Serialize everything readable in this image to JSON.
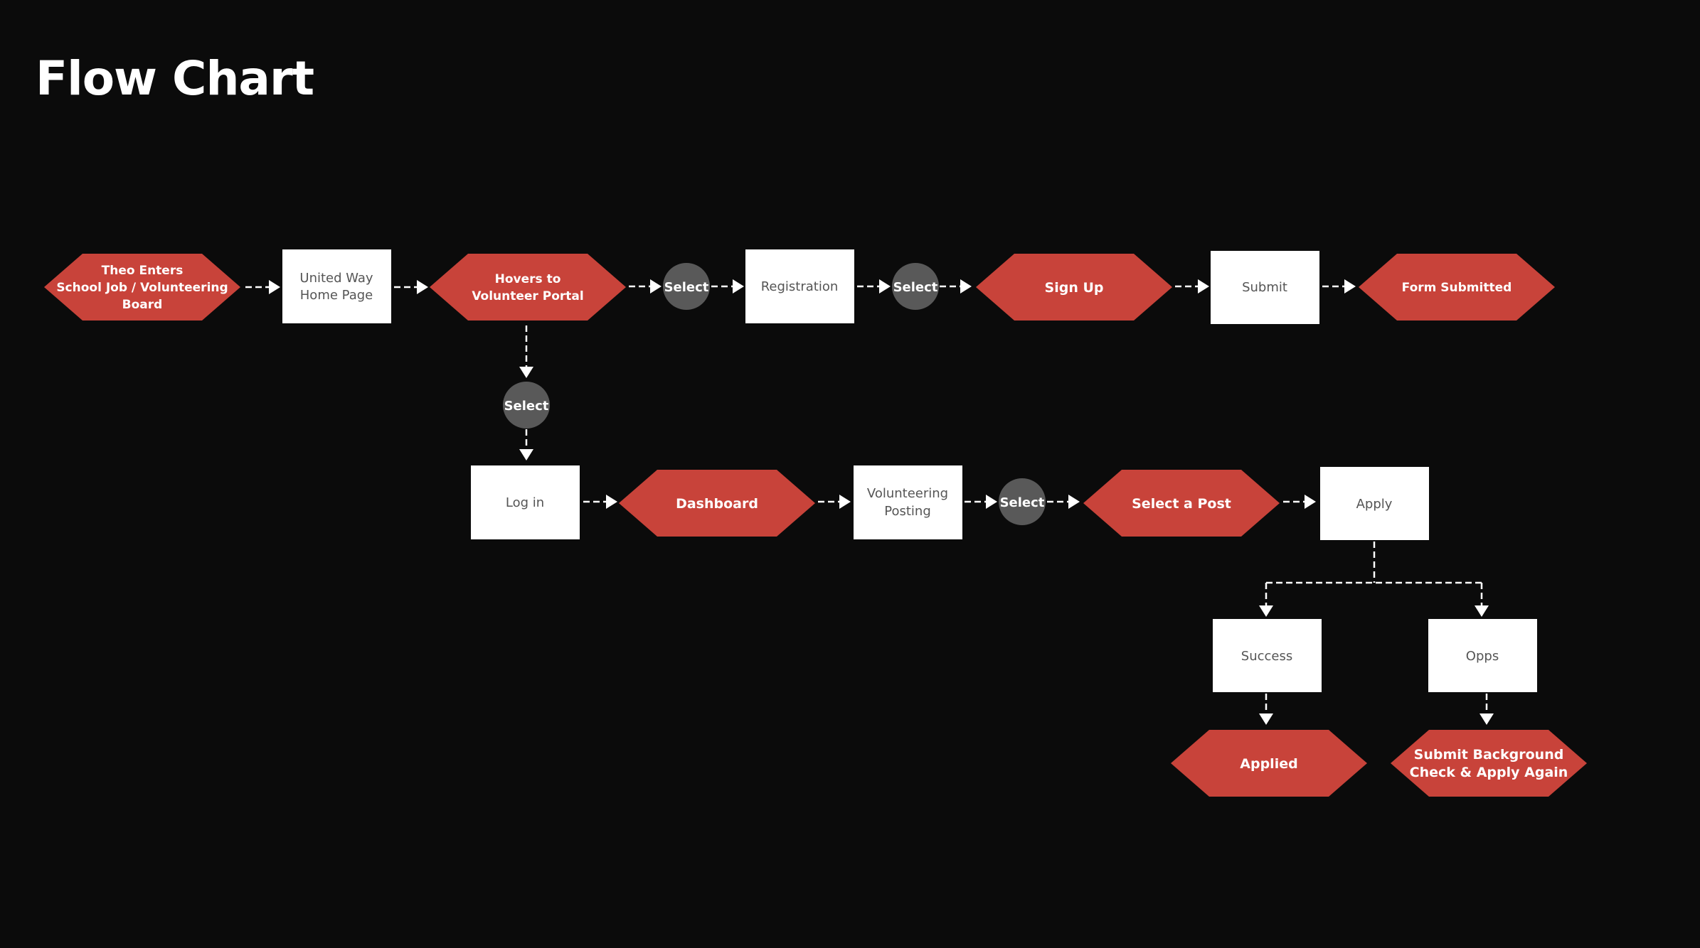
{
  "title": "Flow Chart",
  "nodes": {
    "theo_enters": {
      "lines": [
        "Theo Enters",
        "School Job / Volunteering",
        "Board"
      ]
    },
    "home_page": {
      "lines": [
        "United Way",
        "Home Page"
      ]
    },
    "hovers_portal": {
      "lines": [
        "Hovers to",
        "Volunteer Portal"
      ]
    },
    "select_1": {
      "label": "Select"
    },
    "registration": {
      "label": "Registration"
    },
    "select_2": {
      "label": "Select"
    },
    "sign_up": {
      "label": "Sign Up"
    },
    "submit": {
      "label": "Submit"
    },
    "form_submitted": {
      "label": "Form Submitted"
    },
    "select_3": {
      "label": "Select"
    },
    "log_in": {
      "label": "Log in"
    },
    "dashboard": {
      "label": "Dashboard"
    },
    "volunteering_posting": {
      "lines": [
        "Volunteering",
        "Posting"
      ]
    },
    "select_4": {
      "label": "Select"
    },
    "select_a_post": {
      "label": "Select a Post"
    },
    "apply": {
      "label": "Apply"
    },
    "success": {
      "label": "Success"
    },
    "opps": {
      "label": "Opps"
    },
    "applied": {
      "label": "Applied"
    },
    "submit_background": {
      "lines": [
        "Submit Background",
        "Check & Apply Again"
      ]
    }
  },
  "colors": {
    "background": "#0b0b0b",
    "action_node": "#c8433a",
    "page_node": "#ffffff",
    "decision_node": "#595959",
    "connector": "#ffffff"
  }
}
